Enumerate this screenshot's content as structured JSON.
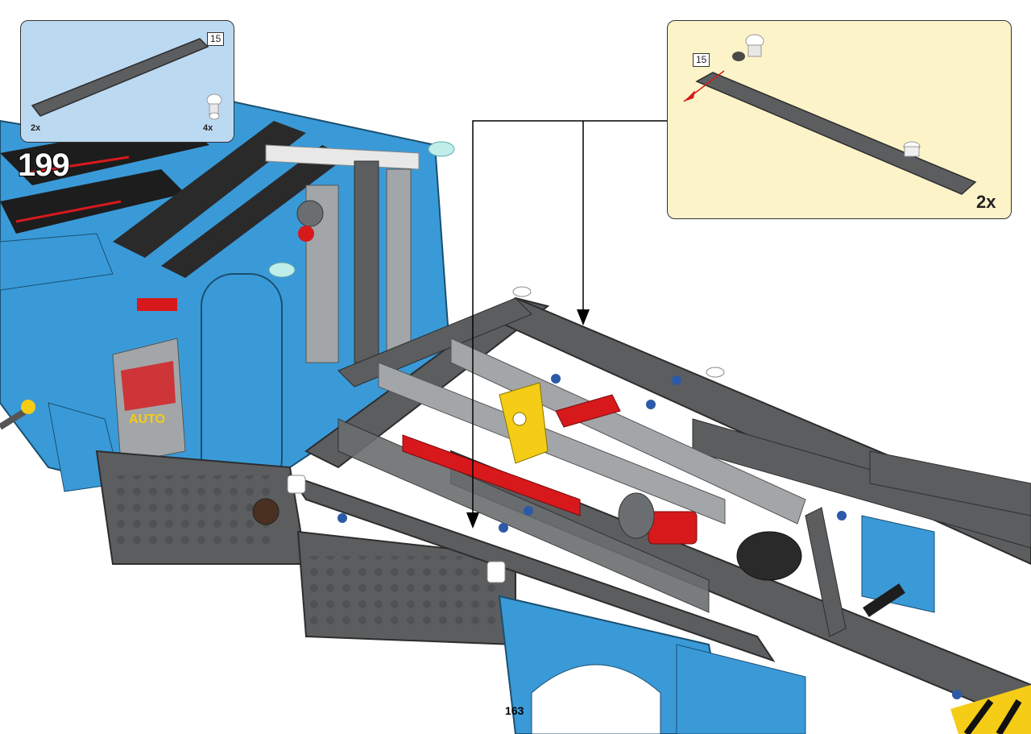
{
  "step": {
    "number": "199"
  },
  "page": {
    "number": "163"
  },
  "parts_callout": {
    "items": [
      {
        "icon": "technic-beam-15-icon",
        "length_label": "15",
        "quantity": "2x"
      },
      {
        "icon": "connector-pin-icon",
        "quantity": "4x"
      }
    ]
  },
  "subassembly_callout": {
    "length_label": "15",
    "multiplier": "2x"
  },
  "colors": {
    "parts_bg": "#bcd9f2",
    "sub_bg": "#fdf3c9",
    "beam_dark_gray": "#5b5d5f",
    "beam_light_gray": "#a3a6a8",
    "model_blue": "#3a9ad8",
    "accent_red": "#d7191c",
    "accent_yellow": "#f5cc16"
  }
}
